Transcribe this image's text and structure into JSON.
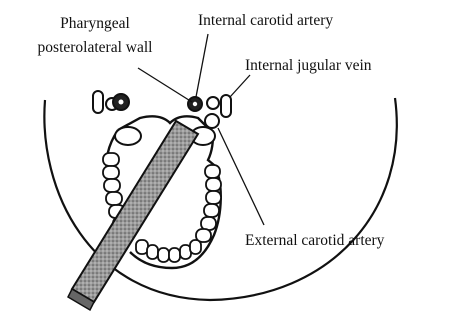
{
  "labels": {
    "pharyngeal_line1": "Pharyngeal",
    "pharyngeal_line2": "posterolateral wall",
    "internal_carotid": "Internal carotid artery",
    "internal_jugular": "Internal jugular vein",
    "external_carotid": "External carotid artery"
  },
  "colors": {
    "ink": "#111111",
    "background": "#ffffff",
    "instrument_fill": "#8a8a8a"
  }
}
